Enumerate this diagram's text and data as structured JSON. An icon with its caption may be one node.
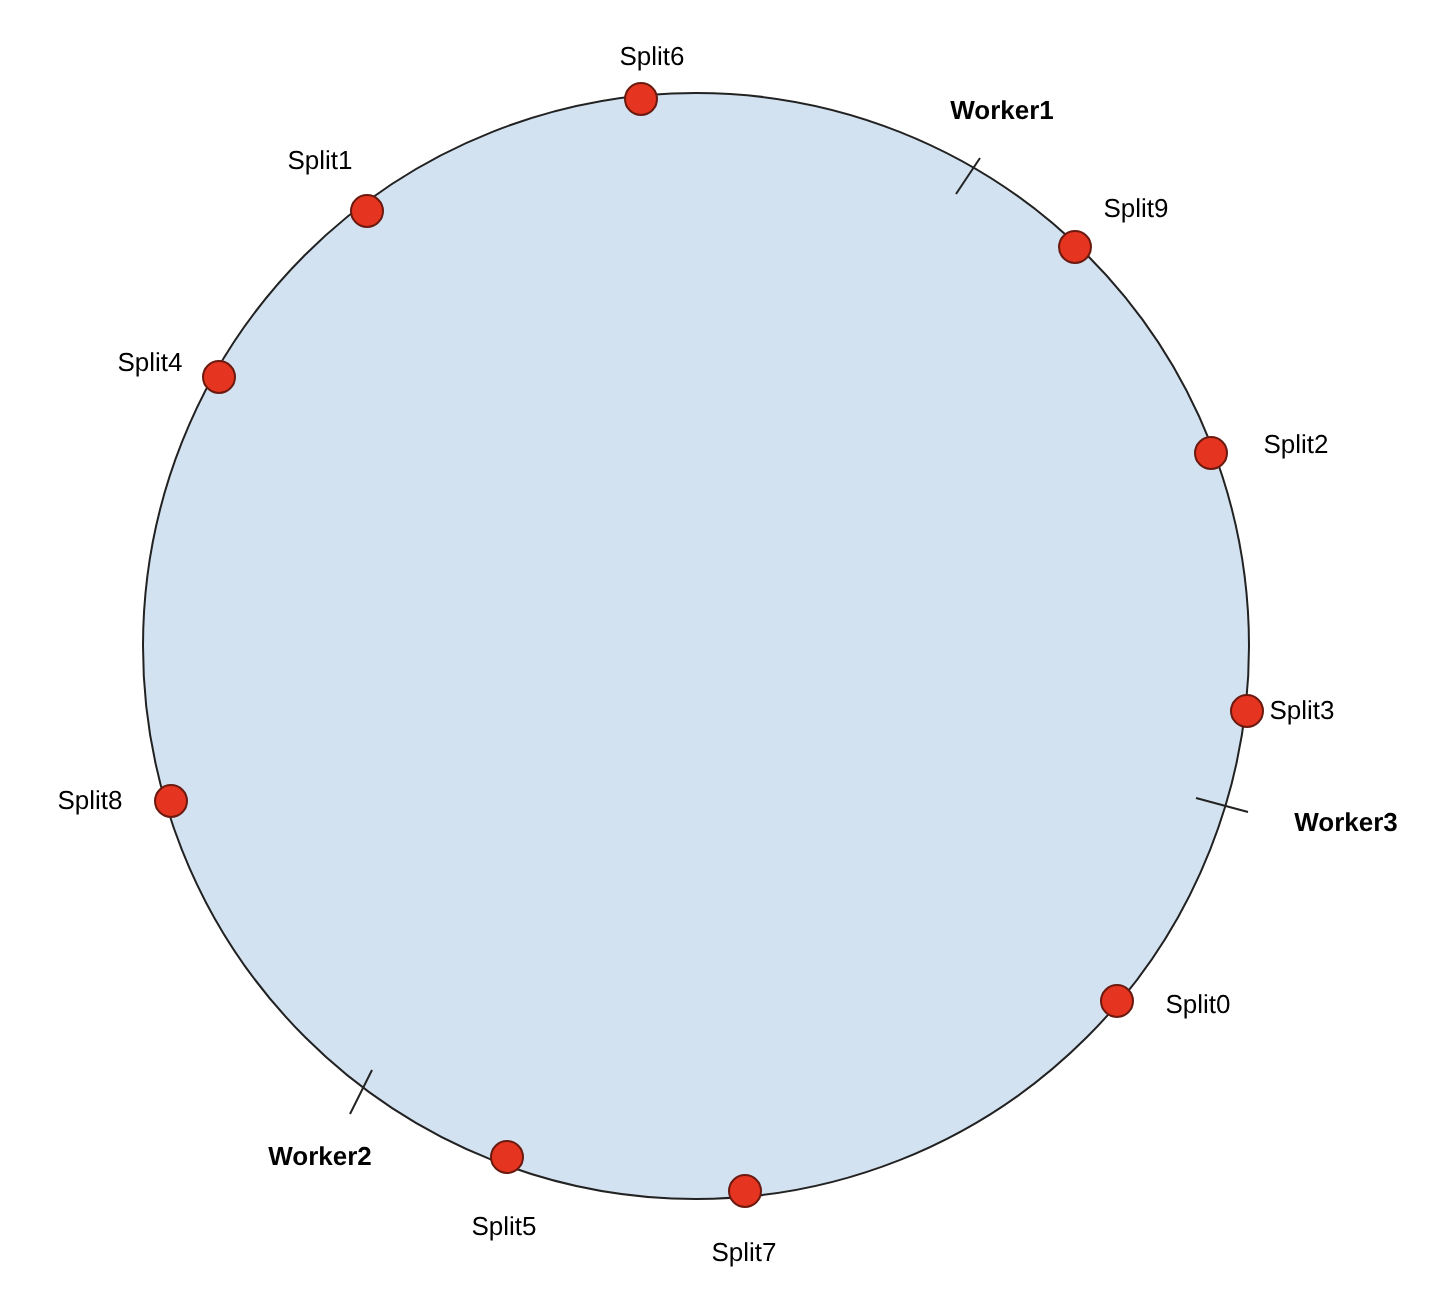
{
  "diagram": {
    "nodes": [
      {
        "text": [],
        "shape": "circle"
      },
      {
        "text": [],
        "shape": "circle",
        "in": 0,
        "beside": [
          "Split6"
        ]
      },
      {
        "text": [],
        "shape": "circle",
        "in": 0,
        "beside": [
          "Split1"
        ]
      },
      {
        "text": [],
        "shape": "circle",
        "in": 0,
        "beside": [
          "Split9"
        ]
      },
      {
        "text": [],
        "shape": "circle",
        "in": 0,
        "beside": [
          "Split4"
        ]
      },
      {
        "text": [],
        "shape": "circle",
        "in": 0,
        "beside": [
          "Split2"
        ]
      },
      {
        "text": [],
        "shape": "circle",
        "in": 0,
        "beside": [
          "Split3"
        ]
      },
      {
        "text": [],
        "shape": "circle",
        "in": 0,
        "beside": [
          "Split8"
        ]
      },
      {
        "text": [],
        "shape": "circle",
        "in": 0,
        "beside": [
          "Split0"
        ]
      },
      {
        "text": [],
        "shape": "circle",
        "in": 0,
        "beside": [
          "Split5"
        ]
      },
      {
        "text": [],
        "shape": "circle",
        "in": 0,
        "beside": [
          "Split7"
        ]
      }
    ],
    "edges": [],
    "labels": [
      "Worker1",
      "Worker3",
      "Worker2"
    ]
  }
}
